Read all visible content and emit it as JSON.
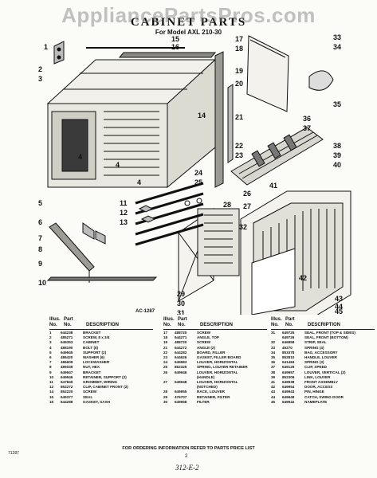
{
  "watermark": "AppliancePartsPros.com",
  "title": "CABINET PARTS",
  "subtitle": "For Model AXL 210-30",
  "drawing_code": "AC-1287",
  "callouts": [
    "1",
    "2",
    "3",
    "4",
    "4",
    "4",
    "5",
    "6",
    "7",
    "8",
    "9",
    "10",
    "11",
    "12",
    "13",
    "14",
    "15",
    "16",
    "17",
    "18",
    "19",
    "20",
    "21",
    "22",
    "23",
    "24",
    "25",
    "26",
    "27",
    "28",
    "29",
    "30",
    "31",
    "32",
    "33",
    "34",
    "35",
    "36",
    "37",
    "38",
    "39",
    "40",
    "41",
    "42",
    "43",
    "44",
    "45"
  ],
  "table_headers": {
    "illus": "Illus.",
    "part": "Part",
    "no": "No.",
    "no2": "No.",
    "description": "DESCRIPTION"
  },
  "parts_col1": [
    {
      "illus": "1",
      "part": "644238",
      "desc": "BRACKET"
    },
    {
      "illus": "2",
      "part": "485271",
      "desc": "SCREW, 8 x 3/4"
    },
    {
      "illus": "3",
      "part": "649353",
      "desc": "CABINET"
    },
    {
      "illus": "4",
      "part": "488190",
      "desc": "BOLT (6)"
    },
    {
      "illus": "5",
      "part": "649945",
      "desc": "SUPPORT (2)"
    },
    {
      "illus": "6",
      "part": "486420",
      "desc": "WASHER (6)"
    },
    {
      "illus": "7",
      "part": "486609",
      "desc": "LOCKWASHER"
    },
    {
      "illus": "8",
      "part": "486035",
      "desc": "NUT, HEX"
    },
    {
      "illus": "9",
      "part": "649947",
      "desc": "BRACKET"
    },
    {
      "illus": "10",
      "part": "649946",
      "desc": "RETAINER, SUPPORT (2)"
    },
    {
      "illus": "11",
      "part": "647849",
      "desc": "GROMMET, WIRING"
    },
    {
      "illus": "12",
      "part": "852272",
      "desc": "CLIP, CABINET FRONT (2)"
    },
    {
      "illus": "14",
      "part": "852220",
      "desc": "SCREW"
    },
    {
      "illus": "15",
      "part": "649377",
      "desc": "SEAL"
    },
    {
      "illus": "16",
      "part": "644288",
      "desc": "GASKET, SASH"
    }
  ],
  "parts_col2": [
    {
      "illus": "17",
      "part": "488720",
      "desc": "SCREW"
    },
    {
      "illus": "18",
      "part": "644271",
      "desc": "ANGLE, TOP"
    },
    {
      "illus": "19",
      "part": "488720",
      "desc": "SCREW"
    },
    {
      "illus": "21",
      "part": "644272",
      "desc": "ANGLE (2)"
    },
    {
      "illus": "22",
      "part": "644282",
      "desc": "BOARD, FILLER"
    },
    {
      "illus": "23",
      "part": "644626",
      "desc": "GASKET, FILLER BOARD"
    },
    {
      "illus": "24",
      "part": "649983",
      "desc": "LOUVER, HORIZONTAL"
    },
    {
      "illus": "25",
      "part": "852325",
      "desc": "SPRING, LOUVER RETAINER"
    },
    {
      "illus": "26",
      "part": "649946",
      "desc": "LOUVER, HORIZONTAL"
    },
    {
      "illus": "",
      "part": "",
      "desc": "(HANDLE)"
    },
    {
      "illus": "27",
      "part": "649948",
      "desc": "LOUVER, HORIZONTAL"
    },
    {
      "illus": "",
      "part": "",
      "desc": "(NOTCHED)"
    },
    {
      "illus": "28",
      "part": "649955",
      "desc": "RACK, LOUVER"
    },
    {
      "illus": "29",
      "part": "476707",
      "desc": "RETAINER, FILTER"
    },
    {
      "illus": "30",
      "part": "649958",
      "desc": "FILTER"
    }
  ],
  "parts_col3": [
    {
      "illus": "31",
      "part": "649725",
      "desc": "SEAL, FRONT (TOP & SIDES)"
    },
    {
      "illus": "",
      "part": "649726",
      "desc": "SEAL, FRONT (BOTTOM)"
    },
    {
      "illus": "32",
      "part": "646859",
      "desc": "STRIP, SEAL"
    },
    {
      "illus": "33",
      "part": "45270",
      "desc": "SPRING (4)"
    },
    {
      "illus": "34",
      "part": "853378",
      "desc": "BAG, ACCESSORY"
    },
    {
      "illus": "35",
      "part": "852810",
      "desc": "HANDLE, LOUVER"
    },
    {
      "illus": "36",
      "part": "641484",
      "desc": "SPRING (3)"
    },
    {
      "illus": "37",
      "part": "649129",
      "desc": "CLIP, SPEED"
    },
    {
      "illus": "38",
      "part": "649957",
      "desc": "LOUVER, VERTICAL (2)"
    },
    {
      "illus": "39",
      "part": "852309",
      "desc": "LINK, LOUVER"
    },
    {
      "illus": "41",
      "part": "649938",
      "desc": "FRONT ASSEMBLY"
    },
    {
      "illus": "42",
      "part": "649954",
      "desc": "DOOR, ACCESS"
    },
    {
      "illus": "43",
      "part": "649943",
      "desc": "PIN, HINGE"
    },
    {
      "illus": "44",
      "part": "649949",
      "desc": "CATCH, SWING DOOR"
    },
    {
      "illus": "45",
      "part": "649942",
      "desc": "NAMEPLATE"
    }
  ],
  "footer": "FOR ORDERING INFORMATION REFER TO PARTS PRICE LIST",
  "page_number": "2",
  "bottom_left": "71287",
  "handwritten": "312-E-2"
}
